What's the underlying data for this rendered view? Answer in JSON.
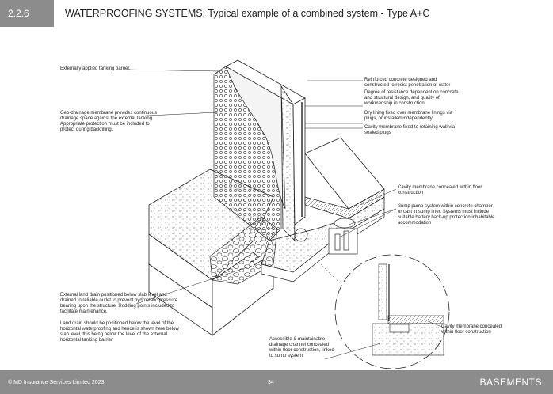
{
  "header": {
    "section_number": "2.2.6",
    "title": "WATERPROOFING SYSTEMS: Typical example of a combined system - Type A+C"
  },
  "labels": {
    "tanking_barrier": "Externally applied tanking barrier.",
    "geo_drainage": "Geo-drainage membrane provides continuous\ndrainage space against the external tanking.\nAppropriate protection must be included to\nprotect during backfilling.",
    "reinforced_concrete": "Reinforced concrete designed and\nconstructed to resist penetration of water",
    "degree_resistance": "Degree of resistance dependent on concrete\nand structural design, and quality of\nworkmanship in construction",
    "dry_lining": "Dry lining fixed over membrane linings via\nplugs, or installed independently",
    "cavity_wall": "Cavity membrane fixed to retaining wall via\nsealed plugs",
    "cavity_floor": "Cavity membrane concealed within floor\nconstruction",
    "sump_pump": "Sump pump system within concrete chamber\nor cast in sump liner. Systems must include\nsuitable battery back-up protection inhabitable\naccommodation",
    "land_drain": "External land drain positioned below slab level and\ndrained to reliable outlet to prevent hydrostatic pressure\nbearing upon the structure. Rodding points included to\nfacilitate maintenance.",
    "land_drain_2": "Land drain should be positioned below the level of the\nhorizontal waterproofing and hence is shown here below\nslab level, this being below the level of the external\nhorizontal tanking barrier.",
    "drainage_channel": "Accessible & maintainable\ndrainage channel concealed\nwithin floor construction, linked\nto sump system",
    "cavity_detail": "Cavity membrane concealed\nwithin floor construction"
  },
  "footer": {
    "copyright": "© MD Insurance Services Limited 2023",
    "page": "34",
    "brand": "BASEMENTS"
  },
  "colors": {
    "band": "#8c8c8c",
    "line": "#222222"
  }
}
